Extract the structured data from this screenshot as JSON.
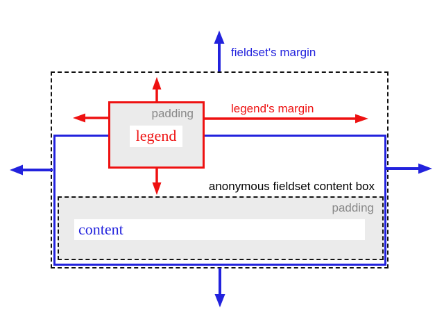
{
  "diagram": {
    "name": "fieldset and legend box model diagram",
    "colors": {
      "blue": "#2222dd",
      "red": "#ee1111",
      "gray": "#888888",
      "black": "#000000",
      "fill": "#ebebeb",
      "dash": "#111111",
      "white": "#ffffff"
    },
    "fieldset": {
      "margin_label": "fieldset's margin",
      "padding_label": "padding"
    },
    "legend": {
      "margin_label": "legend's margin",
      "padding_label": "padding",
      "label": "legend"
    },
    "anonymous_box_label": "anonymous fieldset content box",
    "content_label": "content",
    "icons": {
      "blue_arrows": [
        "fieldset-margin-arrow-up",
        "fieldset-margin-arrow-down",
        "fieldset-margin-arrow-left",
        "fieldset-margin-arrow-right"
      ],
      "red_arrows": [
        "legend-margin-arrow-up",
        "legend-margin-arrow-down",
        "legend-margin-arrow-left",
        "legend-margin-arrow-right"
      ]
    }
  }
}
